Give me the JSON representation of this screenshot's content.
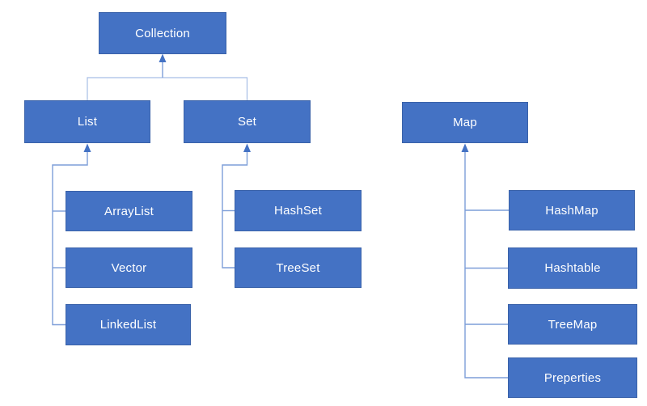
{
  "colors": {
    "node_fill": "#4472c4",
    "node_border": "#3a62a9",
    "connector": "#7d9ed8",
    "connector_light": "#a6bde6",
    "arrow": "#4472c4",
    "text": "#ffffff",
    "background": "#ffffff"
  },
  "nodes": {
    "collection": {
      "label": "Collection"
    },
    "list": {
      "label": "List"
    },
    "set": {
      "label": "Set"
    },
    "map": {
      "label": "Map"
    },
    "arraylist": {
      "label": "ArrayList"
    },
    "vector": {
      "label": "Vector"
    },
    "linkedlist": {
      "label": "LinkedList"
    },
    "hashset": {
      "label": "HashSet"
    },
    "treeset": {
      "label": "TreeSet"
    },
    "hashmap": {
      "label": "HashMap"
    },
    "hashtable": {
      "label": "Hashtable"
    },
    "treemap": {
      "label": "TreeMap"
    },
    "preperties": {
      "label": "Preperties"
    }
  },
  "edges": [
    {
      "child": "List",
      "parent": "Collection"
    },
    {
      "child": "Set",
      "parent": "Collection"
    },
    {
      "child": "ArrayList",
      "parent": "List"
    },
    {
      "child": "Vector",
      "parent": "List"
    },
    {
      "child": "LinkedList",
      "parent": "List"
    },
    {
      "child": "HashSet",
      "parent": "Set"
    },
    {
      "child": "TreeSet",
      "parent": "Set"
    },
    {
      "child": "HashMap",
      "parent": "Map"
    },
    {
      "child": "Hashtable",
      "parent": "Map"
    },
    {
      "child": "TreeMap",
      "parent": "Map"
    },
    {
      "child": "Preperties",
      "parent": "Map"
    }
  ]
}
